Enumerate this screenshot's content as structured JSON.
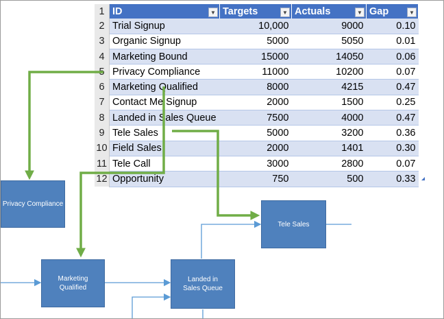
{
  "sheet": {
    "headers": {
      "rownum": "1",
      "id": "ID",
      "targets": "Targets",
      "actuals": "Actuals",
      "gap": "Gap"
    },
    "rows": [
      {
        "n": "2",
        "id": "Trial Signup",
        "targets": "10,000",
        "actuals": "9000",
        "gap": "0.10"
      },
      {
        "n": "3",
        "id": "Organic Signup",
        "targets": "5000",
        "actuals": "5050",
        "gap": "0.01"
      },
      {
        "n": "4",
        "id": "Marketing Bound",
        "targets": "15000",
        "actuals": "14050",
        "gap": "0.06"
      },
      {
        "n": "5",
        "id": "Privacy Compliance",
        "targets": "11000",
        "actuals": "10200",
        "gap": "0.07"
      },
      {
        "n": "6",
        "id": "Marketing Qualified",
        "targets": "8000",
        "actuals": "4215",
        "gap": "0.47"
      },
      {
        "n": "7",
        "id": "Contact Me Signup",
        "targets": "2000",
        "actuals": "1500",
        "gap": "0.25"
      },
      {
        "n": "8",
        "id": "Landed in Sales Queue",
        "targets": "7500",
        "actuals": "4000",
        "gap": "0.47"
      },
      {
        "n": "9",
        "id": "Tele Sales",
        "targets": "5000",
        "actuals": "3200",
        "gap": "0.36"
      },
      {
        "n": "10",
        "id": "Field Sales",
        "targets": "2000",
        "actuals": "1401",
        "gap": "0.30"
      },
      {
        "n": "11",
        "id": "Tele Call",
        "targets": "3000",
        "actuals": "2800",
        "gap": "0.07"
      },
      {
        "n": "12",
        "id": "Opportunity",
        "targets": "750",
        "actuals": "500",
        "gap": "0.33"
      }
    ],
    "filter_icon": "dropdown-arrow-icon"
  },
  "diagram": {
    "privacy_compliance": "Privacy Compliance",
    "marketing_qualified": "Marketing Qualified",
    "landed_in_sales_queue": "Landed in Sales Queue",
    "tele_sales": "Tele Sales"
  },
  "colors": {
    "header_blue": "#4472c4",
    "band_blue": "#d9e1f2",
    "box_blue": "#4f81bd",
    "link_green": "#70ad47",
    "connector_blue": "#5b9bd5"
  }
}
